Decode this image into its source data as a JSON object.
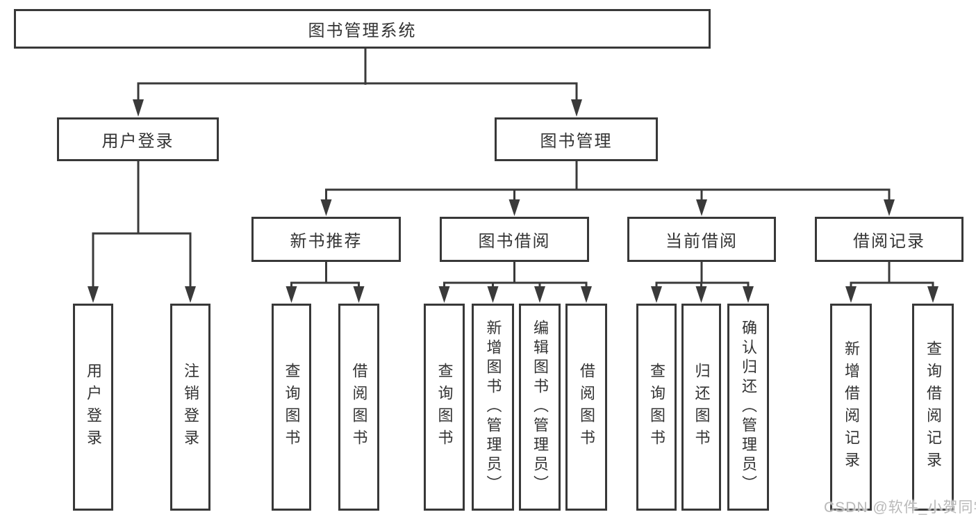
{
  "diagram": {
    "root": {
      "label": "图书管理系统"
    },
    "nodes": [
      {
        "label": "用户登录",
        "children": [
          {
            "label": "用户登录"
          },
          {
            "label": "注销登录"
          }
        ]
      },
      {
        "label": "图书管理",
        "children": [
          {
            "label": "新书推荐",
            "children": [
              {
                "label": "查询图书"
              },
              {
                "label": "借阅图书"
              }
            ]
          },
          {
            "label": "图书借阅",
            "children": [
              {
                "label": "查询图书"
              },
              {
                "label": "新增图书（管理员）"
              },
              {
                "label": "编辑图书（管理员）"
              },
              {
                "label": "借阅图书"
              }
            ]
          },
          {
            "label": "当前借阅",
            "children": [
              {
                "label": "查询图书"
              },
              {
                "label": "归还图书"
              },
              {
                "label": "确认归还（管理员）"
              }
            ]
          },
          {
            "label": "借阅记录",
            "children": [
              {
                "label": "新增借阅记录"
              },
              {
                "label": "查询借阅记录"
              }
            ]
          }
        ]
      }
    ],
    "watermark": "CSDN @软件_小贺同学",
    "colors": {
      "line": "#3a3a3a",
      "box_border": "#383838",
      "box_background": "#ffffff",
      "text": "#333333",
      "watermark": "#b9b9b9",
      "page_background": "#ffffff"
    }
  }
}
